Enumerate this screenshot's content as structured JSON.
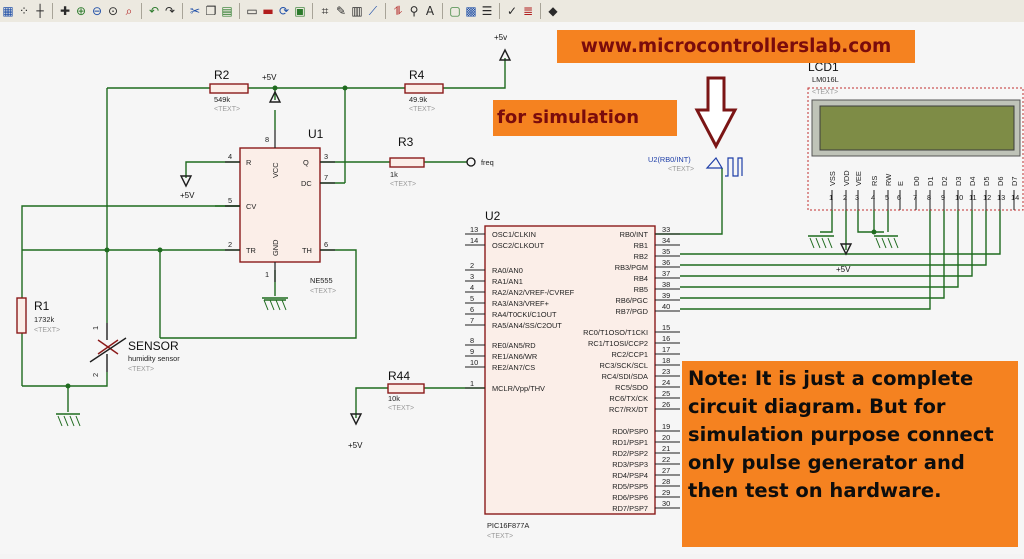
{
  "toolbar": {
    "icons": [
      "grid-icon",
      "dots-icon",
      "origin-icon",
      "plus-cross-icon",
      "zoom-in-icon",
      "zoom-out-icon",
      "zoom-all-icon",
      "zoom-area-icon",
      "undo-icon",
      "redo-icon",
      "cut-icon",
      "copy-icon",
      "paste-icon",
      "block-copy-icon",
      "block-move-icon",
      "block-rotate-icon",
      "block-delete-icon",
      "pick-device-icon",
      "make-device-icon",
      "package-icon",
      "decompose-icon",
      "wire-autorouter-icon",
      "search-tag-icon",
      "property-assign-icon",
      "new-sheet-icon",
      "remove-sheet-icon",
      "bom-icon",
      "erc-icon",
      "netlist-icon",
      "ares-icon"
    ]
  },
  "banners": {
    "website": "www.microcontrollerslab.com",
    "simulation": "for simulation",
    "note": "Note: It is just a complete circuit diagram. But for simulation purpose connect only pulse generator and then test on hardware."
  },
  "text_placeholder": "<TEXT>",
  "power": {
    "vcc": "+5V",
    "vcc_lower": "+5v"
  },
  "u1": {
    "ref": "U1",
    "part": "NE555",
    "pins": {
      "r": "R",
      "q": "Q",
      "dc": "DC",
      "cv": "CV",
      "tr": "TR",
      "th": "TH",
      "vcc": "VCC",
      "gnd": "GND"
    },
    "pin_numbers": {
      "r": "4",
      "q": "3",
      "dc": "7",
      "cv": "5",
      "tr": "2",
      "th": "6",
      "vcc": "8",
      "gnd": "1"
    }
  },
  "r2": {
    "ref": "R2",
    "value": "549k"
  },
  "r4": {
    "ref": "R4",
    "value": "49.9k"
  },
  "r3": {
    "ref": "R3",
    "value": "1k"
  },
  "r1": {
    "ref": "R1",
    "value": "1732k"
  },
  "r44": {
    "ref": "R44",
    "value": "10k"
  },
  "freq_label": "freq",
  "sensor": {
    "ref": "SENSOR",
    "desc": "humidity sensor",
    "pin1": "1",
    "pin2": "2"
  },
  "pulse": {
    "label": "U2(RB0/INT)"
  },
  "lcd": {
    "ref": "LCD1",
    "part": "LM016L",
    "pins": [
      "VSS",
      "VDD",
      "VEE",
      "RS",
      "RW",
      "E",
      "D0",
      "D1",
      "D2",
      "D3",
      "D4",
      "D5",
      "D6",
      "D7"
    ],
    "pin_numbers": [
      "1",
      "2",
      "3",
      "4",
      "5",
      "6",
      "7",
      "8",
      "9",
      "10",
      "11",
      "12",
      "13",
      "14"
    ]
  },
  "u2": {
    "ref": "U2",
    "part": "PIC16F877A",
    "left_pins": [
      {
        "num": "13",
        "name": "OSC1/CLKIN"
      },
      {
        "num": "14",
        "name": "OSC2/CLKOUT"
      },
      {
        "num": "2",
        "name": "RA0/AN0"
      },
      {
        "num": "3",
        "name": "RA1/AN1"
      },
      {
        "num": "4",
        "name": "RA2/AN2/VREF-/CVREF"
      },
      {
        "num": "5",
        "name": "RA3/AN3/VREF+"
      },
      {
        "num": "6",
        "name": "RA4/T0CKI/C1OUT"
      },
      {
        "num": "7",
        "name": "RA5/AN4/SS/C2OUT"
      },
      {
        "num": "8",
        "name": "RE0/AN5/RD"
      },
      {
        "num": "9",
        "name": "RE1/AN6/WR"
      },
      {
        "num": "10",
        "name": "RE2/AN7/CS"
      },
      {
        "num": "1",
        "name": "MCLR/Vpp/THV"
      }
    ],
    "right_pins": [
      {
        "num": "33",
        "name": "RB0/INT"
      },
      {
        "num": "34",
        "name": "RB1"
      },
      {
        "num": "35",
        "name": "RB2"
      },
      {
        "num": "36",
        "name": "RB3/PGM"
      },
      {
        "num": "37",
        "name": "RB4"
      },
      {
        "num": "38",
        "name": "RB5"
      },
      {
        "num": "39",
        "name": "RB6/PGC"
      },
      {
        "num": "40",
        "name": "RB7/PGD"
      },
      {
        "num": "15",
        "name": "RC0/T1OSO/T1CKI"
      },
      {
        "num": "16",
        "name": "RC1/T1OSI/CCP2"
      },
      {
        "num": "17",
        "name": "RC2/CCP1"
      },
      {
        "num": "18",
        "name": "RC3/SCK/SCL"
      },
      {
        "num": "23",
        "name": "RC4/SDI/SDA"
      },
      {
        "num": "24",
        "name": "RC5/SDO"
      },
      {
        "num": "25",
        "name": "RC6/TX/CK"
      },
      {
        "num": "26",
        "name": "RC7/RX/DT"
      },
      {
        "num": "19",
        "name": "RD0/PSP0"
      },
      {
        "num": "20",
        "name": "RD1/PSP1"
      },
      {
        "num": "21",
        "name": "RD2/PSP2"
      },
      {
        "num": "22",
        "name": "RD3/PSP3"
      },
      {
        "num": "27",
        "name": "RD4/PSP4"
      },
      {
        "num": "28",
        "name": "RD5/PSP5"
      },
      {
        "num": "29",
        "name": "RD6/PSP6"
      },
      {
        "num": "30",
        "name": "RD7/PSP7"
      }
    ]
  },
  "colors": {
    "wire": "#1f6b1f",
    "body": "#8b1a1a",
    "fill": "#fbeee8",
    "lcd_screen": "#7e8c46",
    "banner": "#f58220",
    "banner_text": "#7a0c0c"
  }
}
